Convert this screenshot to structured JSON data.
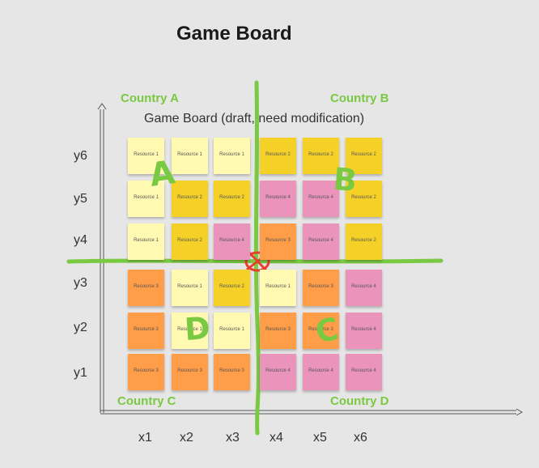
{
  "title": "Game Board",
  "subtitle": "Game Board (draft, need modification)",
  "countries": {
    "a": "Country A",
    "b": "Country B",
    "c": "Country C",
    "d": "Country D"
  },
  "handwriting": {
    "a": "A",
    "b": "B",
    "c": "C",
    "d": "D"
  },
  "y_labels": [
    "y6",
    "y5",
    "y4",
    "y3",
    "y2",
    "y1"
  ],
  "x_labels": [
    "x1",
    "x2",
    "x3",
    "x4",
    "x5",
    "x6"
  ],
  "colors": {
    "resource1": "#fff9b1",
    "resource2": "#f5d128",
    "resource3": "#ff9d48",
    "resource4": "#ea94bb",
    "marker_green": "#7ac943",
    "marker_red": "#e8402c"
  },
  "grid": [
    [
      "Resource 1",
      "Resource 1",
      "Resource 1",
      "Resource 2",
      "Resource 2",
      "Resource 2"
    ],
    [
      "Resource 1",
      "Resource 2",
      "Resource 2",
      "Resource 4",
      "Resource 4",
      "Resource 2"
    ],
    [
      "Resource 1",
      "Resource 2",
      "Resource 4",
      "Resource 3",
      "Resource 4",
      "Resource 2"
    ],
    [
      "Resource 3",
      "Resource 1",
      "Resource 2",
      "Resource 1",
      "Resource 3",
      "Resource 4"
    ],
    [
      "Resource 3",
      "Resource 1",
      "Resource 1",
      "Resource 3",
      "Resource 3",
      "Resource 4"
    ],
    [
      "Resource 3",
      "Resource 3",
      "Resource 3",
      "Resource 4",
      "Resource 4",
      "Resource 4"
    ]
  ]
}
